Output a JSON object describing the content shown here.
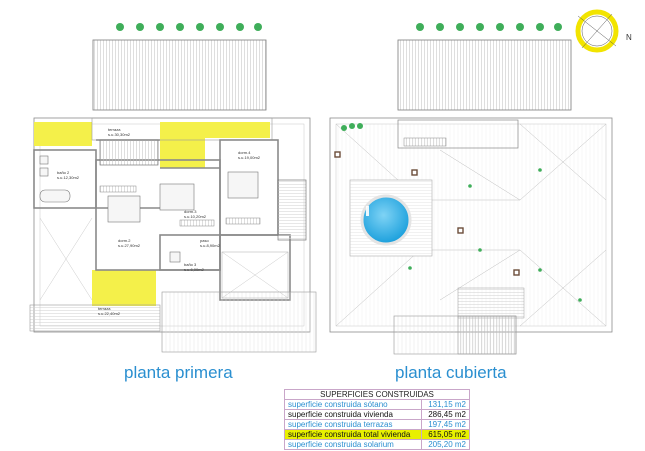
{
  "compass": {
    "north_label": "N",
    "color": "#f2e400"
  },
  "plans": {
    "primera": {
      "title": "planta primera",
      "rooms": [
        {
          "name": "terraza",
          "area": "s.u.30,30m2"
        },
        {
          "name": "dorm.4",
          "area": "s.u.19,00m2"
        },
        {
          "name": "baño 2",
          "area": "s.u.12,30m2"
        },
        {
          "name": "dorm.3",
          "area": "s.u.10,20m2"
        },
        {
          "name": "dorm.2",
          "area": "s.u.27,90m2"
        },
        {
          "name": "paso",
          "area": "s.u.8,90m2"
        },
        {
          "name": "baño 3",
          "area": "s.u.6,00m2"
        },
        {
          "name": "terraza",
          "area": "s.u.22,40m2"
        }
      ]
    },
    "cubierta": {
      "title": "planta cubierta"
    }
  },
  "table": {
    "header": "SUPERFICIES CONSTRUIDAS",
    "rows": [
      {
        "label": "superficie construida sótano",
        "value": "131,15 m2",
        "color": "#2a8fd0",
        "bg": "#ffffff"
      },
      {
        "label": "superficie construida vivienda",
        "value": "286,45 m2",
        "color": "#111111",
        "bg": "#ffffff"
      },
      {
        "label": "superficie construida terrazas",
        "value": "197,45 m2",
        "color": "#2a8fd0",
        "bg": "#ffffff"
      },
      {
        "label": "superficie construida total vivienda",
        "value": "615,05 m2",
        "color": "#111111",
        "bg": "#e8f000"
      },
      {
        "label": "superficie construida solarium",
        "value": "205,20 m2",
        "color": "#2a8fd0",
        "bg": "#ffffff"
      }
    ]
  },
  "colors": {
    "terrace_fill": "#f4f04a",
    "pool": "#1fa8e0",
    "title": "#2a8fd0",
    "plant": "#3fae5a"
  }
}
